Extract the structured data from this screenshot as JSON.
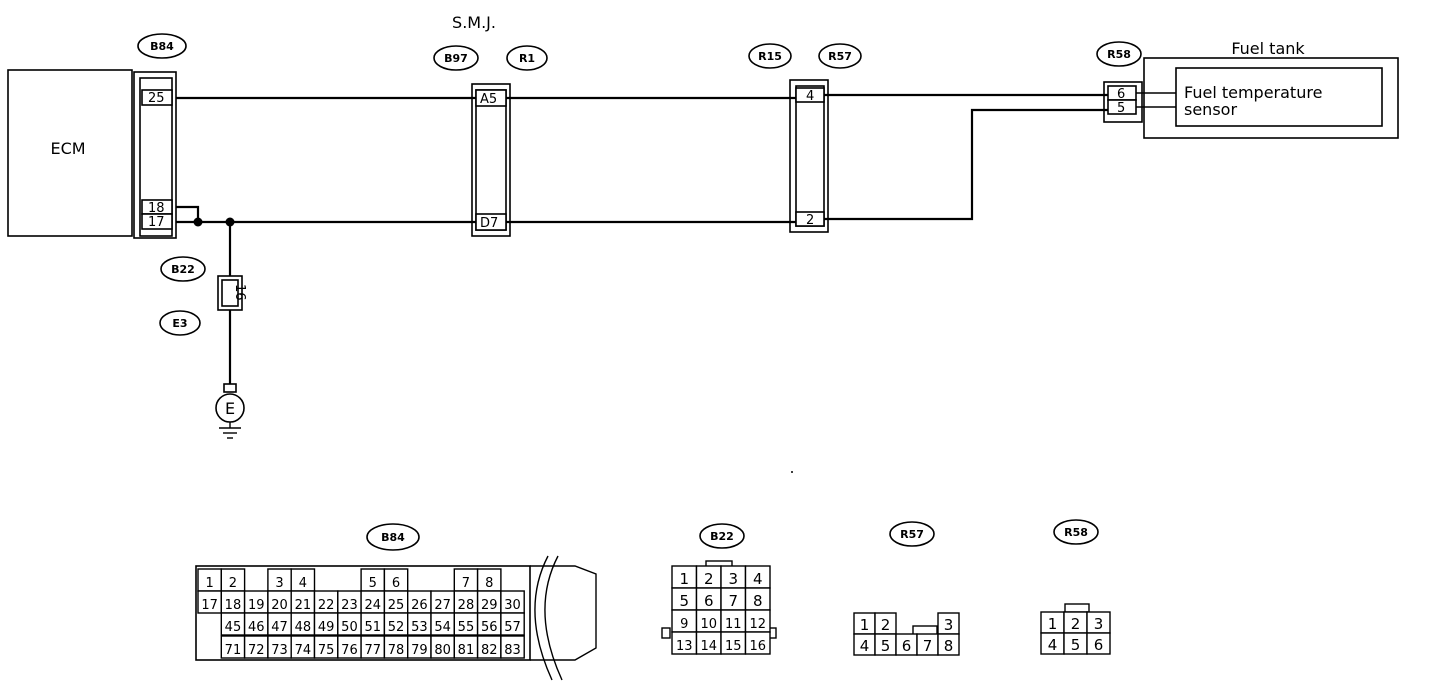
{
  "ecm": {
    "label": "ECM"
  },
  "smj": {
    "label": "S.M.J."
  },
  "fuel_tank": {
    "label": "Fuel tank",
    "sensor_line1": "Fuel temperature",
    "sensor_line2": "sensor"
  },
  "tags": {
    "b84": "B84",
    "b97": "B97",
    "r1": "R1",
    "r15": "R15",
    "r57": "R57",
    "r58": "R58",
    "b22": "B22",
    "e3": "E3"
  },
  "pins": {
    "b84_25": "25",
    "b84_18": "18",
    "b84_17": "17",
    "smj_a5": "A5",
    "smj_d7": "D7",
    "r15_4": "4",
    "r15_2": "2",
    "r58_6": "6",
    "r58_5": "5",
    "e3_16": "16"
  },
  "ground": {
    "label": "E"
  },
  "face_views": {
    "b84": {
      "label": "B84",
      "row1": [
        "1",
        "2",
        "3",
        "4",
        "5",
        "6",
        "7",
        "8"
      ],
      "row2": [
        "17",
        "18",
        "19",
        "20",
        "21",
        "22",
        "23",
        "24",
        "25",
        "26",
        "27",
        "28",
        "29",
        "30"
      ],
      "row3": [
        "45",
        "46",
        "47",
        "48",
        "49",
        "50",
        "51",
        "52",
        "53",
        "54",
        "55",
        "56",
        "57"
      ],
      "row4": [
        "71",
        "72",
        "73",
        "74",
        "75",
        "76",
        "77",
        "78",
        "79",
        "80",
        "81",
        "82",
        "83"
      ]
    },
    "b22": {
      "label": "B22",
      "rows": [
        [
          "1",
          "2",
          "3",
          "4"
        ],
        [
          "5",
          "6",
          "7",
          "8"
        ],
        [
          "9",
          "10",
          "11",
          "12"
        ],
        [
          "13",
          "14",
          "15",
          "16"
        ]
      ]
    },
    "r57": {
      "label": "R57",
      "top": [
        "1",
        "2",
        "3"
      ],
      "bottom": [
        "4",
        "5",
        "6",
        "7",
        "8"
      ]
    },
    "r58": {
      "label": "R58",
      "rows": [
        [
          "1",
          "2",
          "3"
        ],
        [
          "4",
          "5",
          "6"
        ]
      ]
    }
  }
}
